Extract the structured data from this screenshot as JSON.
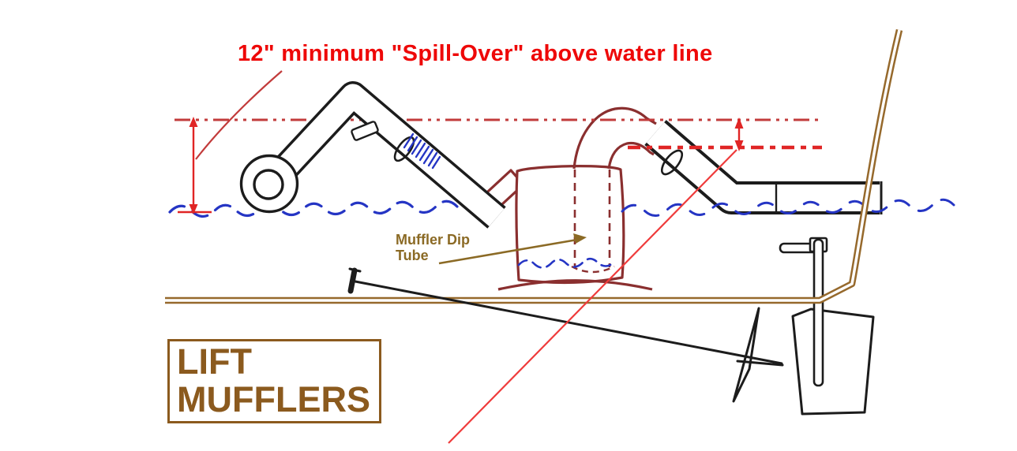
{
  "title": {
    "text": "12\" minimum \"Spill-Over\" above water line"
  },
  "labels": {
    "dip_tube_line1": "Muffler Dip",
    "dip_tube_line2": "Tube",
    "logo_line1": "LIFT",
    "logo_line2": "MUFFLERS"
  },
  "colors": {
    "title_red": "#ee0808",
    "dimension_red": "#e02525",
    "dash_line_red": "#c23b3b",
    "leader_line_red": "#ef3b3b",
    "water_blue": "#2535c4",
    "muffler_maroon": "#8a2f2f",
    "hull_brown": "#96692c",
    "label_brown": "#8b6a25",
    "logo_brown": "#8b5a1e",
    "outline_black": "#1c1c1c"
  }
}
